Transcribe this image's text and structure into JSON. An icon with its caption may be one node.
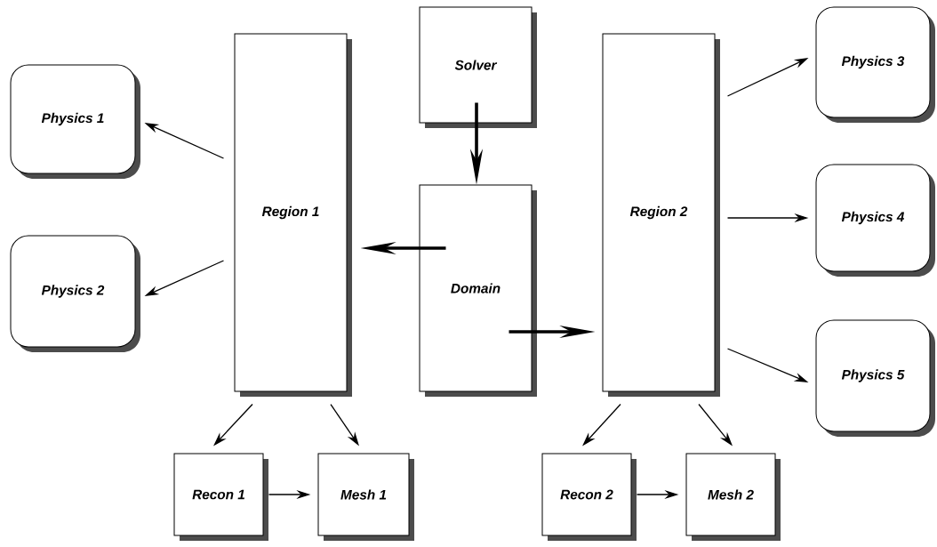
{
  "diagram": {
    "nodes": [
      {
        "text": [
          "Physics 1"
        ]
      },
      {
        "text": [
          "Physics 2"
        ]
      },
      {
        "text": [
          "Region 1"
        ]
      },
      {
        "text": [
          "Solver"
        ]
      },
      {
        "text": [
          "Domain"
        ]
      },
      {
        "text": [
          "Region 2"
        ]
      },
      {
        "text": [
          "Physics 3"
        ]
      },
      {
        "text": [
          "Physics 4"
        ]
      },
      {
        "text": [
          "Physics 5"
        ]
      },
      {
        "text": [
          "Recon 1"
        ]
      },
      {
        "text": [
          "Mesh 1"
        ]
      },
      {
        "text": [
          "Recon 2"
        ]
      },
      {
        "text": [
          "Mesh 2"
        ]
      }
    ],
    "edges": [
      {
        "from": 3,
        "to": 4,
        "arrow": "to",
        "style": "thick"
      },
      {
        "from": 4,
        "to": 2,
        "arrow": "to",
        "style": "thick"
      },
      {
        "from": 4,
        "to": 5,
        "arrow": "to",
        "style": "thick"
      },
      {
        "from": 2,
        "to": 0,
        "arrow": "to"
      },
      {
        "from": 2,
        "to": 1,
        "arrow": "to"
      },
      {
        "from": 5,
        "to": 6,
        "arrow": "to"
      },
      {
        "from": 5,
        "to": 7,
        "arrow": "to"
      },
      {
        "from": 5,
        "to": 8,
        "arrow": "to"
      },
      {
        "from": 2,
        "to": 9,
        "arrow": "to"
      },
      {
        "from": 2,
        "to": 10,
        "arrow": "to"
      },
      {
        "from": 9,
        "to": 10,
        "arrow": "to"
      },
      {
        "from": 5,
        "to": 11,
        "arrow": "to"
      },
      {
        "from": 5,
        "to": 12,
        "arrow": "to"
      },
      {
        "from": 11,
        "to": 12,
        "arrow": "to"
      }
    ]
  }
}
